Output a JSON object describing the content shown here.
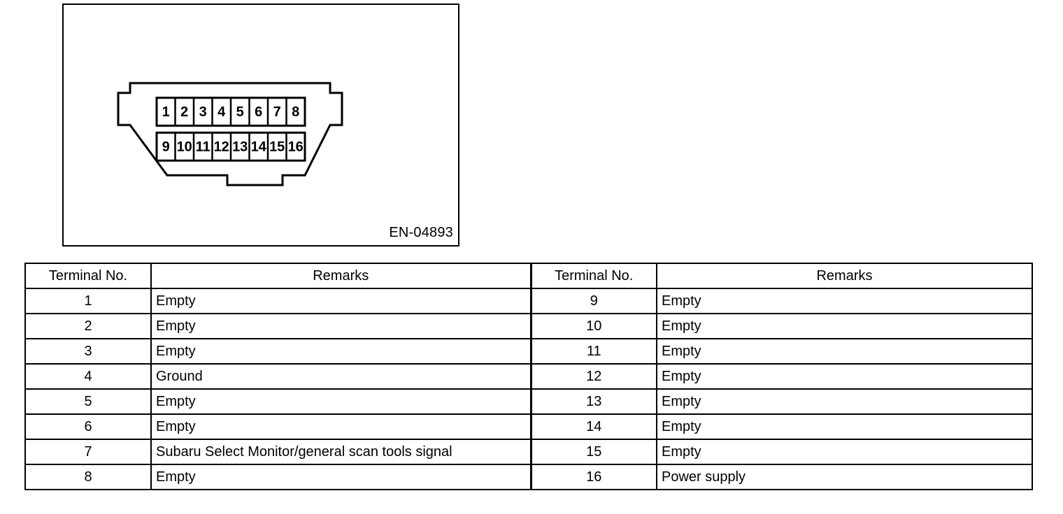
{
  "figure": {
    "code": "EN-04893",
    "connector_name": "data-link-connector",
    "pin_rows": [
      [
        "1",
        "2",
        "3",
        "4",
        "5",
        "6",
        "7",
        "8"
      ],
      [
        "9",
        "10",
        "11",
        "12",
        "13",
        "14",
        "15",
        "16"
      ]
    ]
  },
  "table": {
    "headers": {
      "terminal_left": "Terminal No.",
      "remarks_left": "Remarks",
      "terminal_right": "Terminal No.",
      "remarks_right": "Remarks"
    },
    "rows": [
      {
        "term_l": "1",
        "rem_l": "Empty",
        "term_r": "9",
        "rem_r": "Empty"
      },
      {
        "term_l": "2",
        "rem_l": "Empty",
        "term_r": "10",
        "rem_r": "Empty"
      },
      {
        "term_l": "3",
        "rem_l": "Empty",
        "term_r": "11",
        "rem_r": "Empty"
      },
      {
        "term_l": "4",
        "rem_l": "Ground",
        "term_r": "12",
        "rem_r": "Empty"
      },
      {
        "term_l": "5",
        "rem_l": "Empty",
        "term_r": "13",
        "rem_r": "Empty"
      },
      {
        "term_l": "6",
        "rem_l": "Empty",
        "term_r": "14",
        "rem_r": "Empty"
      },
      {
        "term_l": "7",
        "rem_l": "Subaru Select Monitor/general scan tools signal",
        "term_r": "15",
        "rem_r": "Empty"
      },
      {
        "term_l": "8",
        "rem_l": "Empty",
        "term_r": "16",
        "rem_r": "Power supply"
      }
    ]
  },
  "colors": {
    "ink": "#000000",
    "paper": "#ffffff"
  }
}
